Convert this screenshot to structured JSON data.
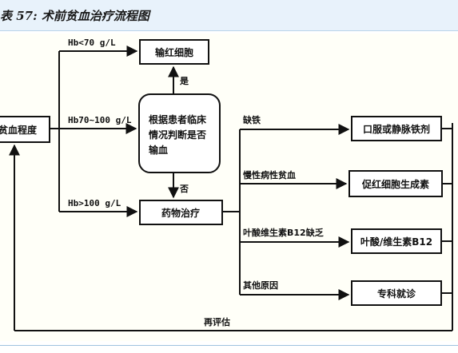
{
  "title": "表 57: 术前贫血治疗流程图",
  "nodes": {
    "assess": "贫血程度",
    "transfuse": "输红细胞",
    "judge_lines": [
      "根据患者临床",
      "情况判断是否",
      "输血"
    ],
    "drug": "药物治疗",
    "iron": "口服或静脉铁剂",
    "epo": "促红细胞生成素",
    "folate": "叶酸/维生素B12",
    "specialist": "专科就诊"
  },
  "edges": {
    "hb_low": "Hb<70 g/L",
    "hb_mid": "Hb70~100 g/L",
    "hb_high": "Hb>100 g/L",
    "yes": "是",
    "no": "否",
    "iron_def": "缺铁",
    "chronic": "慢性病性贫血",
    "folate_def": "叶酸维生素B12缺乏",
    "other": "其他原因",
    "reassess": "再评估"
  },
  "colors": {
    "title_bar": "#e8f2fb",
    "diagram_bg": "#fffff8",
    "line": "#111111"
  }
}
